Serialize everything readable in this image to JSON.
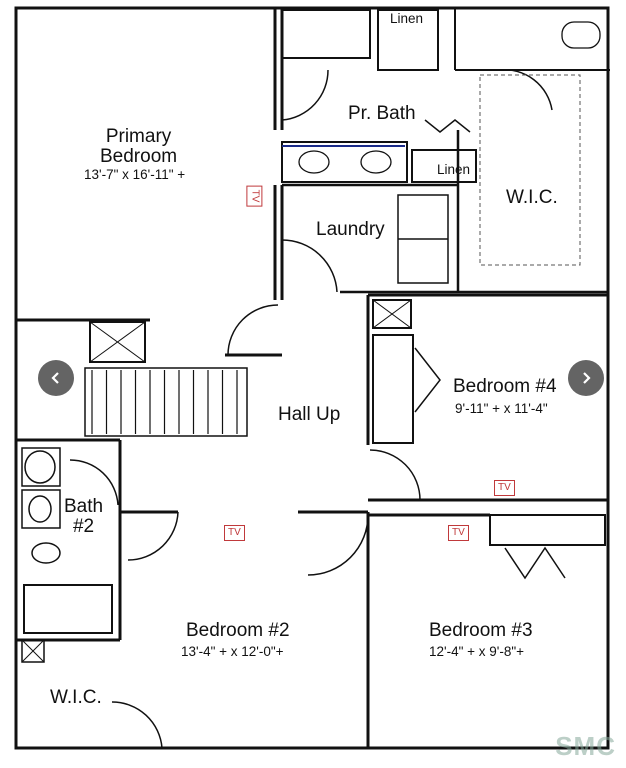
{
  "rooms": {
    "primary_bedroom": {
      "name_line1": "Primary",
      "name_line2": "Bedroom",
      "dims": "13'-7\" x 16'-11\" +"
    },
    "pr_bath": {
      "name": "Pr. Bath"
    },
    "linen_top": {
      "name": "Linen"
    },
    "linen_mid": {
      "name": "Linen"
    },
    "wic_primary": {
      "name": "W.I.C."
    },
    "laundry": {
      "name": "Laundry"
    },
    "hall": {
      "name": "Hall Up"
    },
    "bedroom4": {
      "name": "Bedroom #4",
      "dims": "9'-11\" + x 11'-4\""
    },
    "bath2": {
      "name_line1": "Bath",
      "name_line2": "#2"
    },
    "bedroom2": {
      "name": "Bedroom #2",
      "dims": "13'-4\" + x 12'-0\"+"
    },
    "bedroom3": {
      "name": "Bedroom #3",
      "dims": "12'-4\" + x 9'-8\"+"
    },
    "wic_bath2": {
      "name": "W.I.C."
    }
  },
  "tv_label": "TV",
  "watermark": "SMC",
  "nav": {
    "prev_icon": "chevron-left-icon",
    "next_icon": "chevron-right-icon"
  },
  "colors": {
    "wall": "#111111",
    "accent_red": "#c0393b",
    "nav_bg": "#4a4a4a",
    "counter_blue": "#1a2a8a"
  }
}
